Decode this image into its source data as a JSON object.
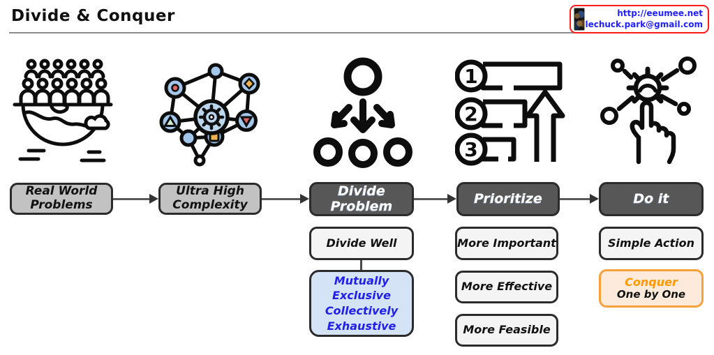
{
  "header": {
    "title": "Divide & Conquer",
    "badge": {
      "url": "http://eeumee.net",
      "email": "lechuck.park@gmail.com",
      "text": "http://eeumee.net\nlechuck.park@gmail.com"
    }
  },
  "icons": {
    "items": [
      {
        "name": "crowd-world-icon"
      },
      {
        "name": "complexity-network-icon"
      },
      {
        "name": "divide-circles-icon"
      },
      {
        "name": "priority-list-icon"
      },
      {
        "name": "do-it-hand-icon"
      }
    ],
    "priority_numbers": [
      "1",
      "2",
      "3"
    ]
  },
  "flow": {
    "steps": [
      {
        "label": "Real World\nProblems",
        "style": "gray"
      },
      {
        "label": "Ultra High\nComplexity",
        "style": "gray"
      },
      {
        "label": "Divide\nProblem",
        "style": "dark"
      },
      {
        "label": "Prioritize",
        "style": "dark"
      },
      {
        "label": "Do it",
        "style": "dark"
      }
    ]
  },
  "details": {
    "divide_well": "Divide Well",
    "mece": "Mutually\nExclusive\nCollectively\nExhaustive",
    "prioritize_items": [
      "More Important",
      "More Effective",
      "More Feasible"
    ],
    "simple_action": "Simple Action",
    "conquer_title": "Conquer",
    "conquer_sub": "One by One"
  },
  "colors": {
    "badge_border": "#ff1a1a",
    "badge_text": "#2222ff",
    "gray_box": "#c2c2c2",
    "dark_box": "#575757",
    "light_box": "#f4f4f4",
    "mece_fill": "#d4e3f5",
    "mece_text": "#2121e6",
    "conquer_fill": "#fdeada",
    "conquer_border": "#f7a13d",
    "conquer_text": "#ff9900",
    "node_blue": "#a4c6ea",
    "arrow": "#5a5a5a"
  }
}
